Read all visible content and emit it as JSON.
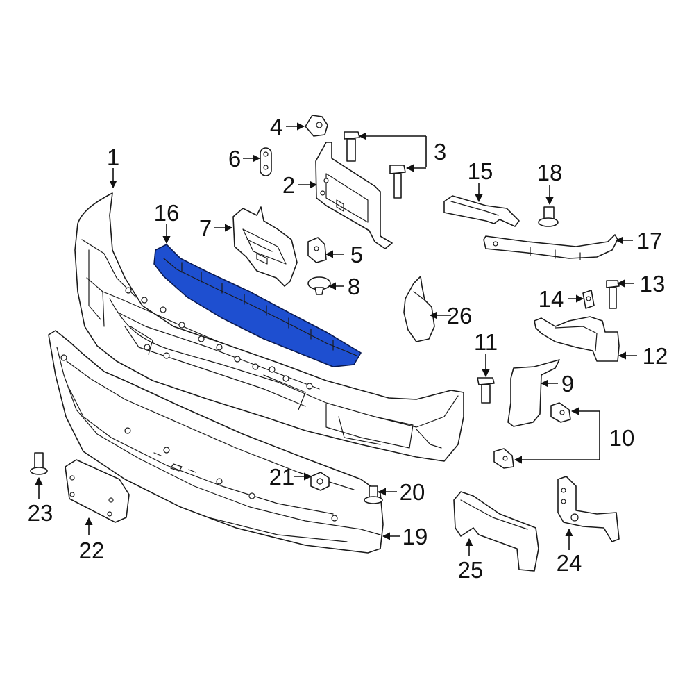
{
  "diagram": {
    "highlight_color": "#1e4fd0",
    "line_color": "#1a1a1a",
    "callouts": [
      {
        "id": "1",
        "label": "1"
      },
      {
        "id": "2",
        "label": "2"
      },
      {
        "id": "3",
        "label": "3"
      },
      {
        "id": "4",
        "label": "4"
      },
      {
        "id": "5",
        "label": "5"
      },
      {
        "id": "6",
        "label": "6"
      },
      {
        "id": "7",
        "label": "7"
      },
      {
        "id": "8",
        "label": "8"
      },
      {
        "id": "9",
        "label": "9"
      },
      {
        "id": "10",
        "label": "10"
      },
      {
        "id": "11",
        "label": "11"
      },
      {
        "id": "12",
        "label": "12"
      },
      {
        "id": "13",
        "label": "13"
      },
      {
        "id": "14",
        "label": "14"
      },
      {
        "id": "15",
        "label": "15"
      },
      {
        "id": "16",
        "label": "16"
      },
      {
        "id": "17",
        "label": "17"
      },
      {
        "id": "18",
        "label": "18"
      },
      {
        "id": "19",
        "label": "19"
      },
      {
        "id": "20",
        "label": "20"
      },
      {
        "id": "21",
        "label": "21"
      },
      {
        "id": "22",
        "label": "22"
      },
      {
        "id": "23",
        "label": "23"
      },
      {
        "id": "24",
        "label": "24"
      },
      {
        "id": "25",
        "label": "25"
      },
      {
        "id": "26",
        "label": "26"
      }
    ],
    "highlighted_part": "16"
  }
}
